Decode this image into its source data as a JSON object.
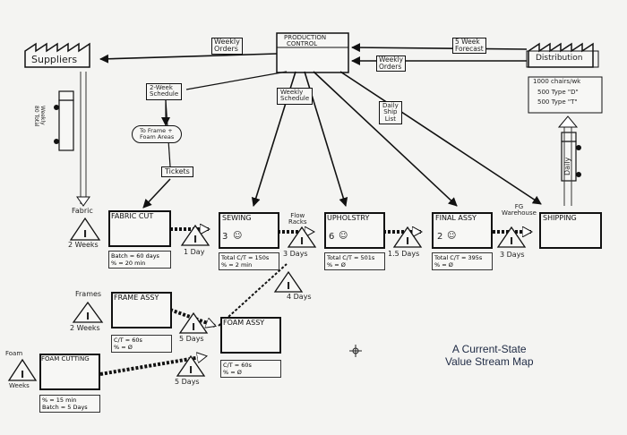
{
  "title": {
    "line1": "A Current-State",
    "line2": "Value Stream Map"
  },
  "suppliers": {
    "label": "Suppliers"
  },
  "distribution": {
    "label": "Distribution",
    "demand": [
      "1000 chairs/wk",
      "500 Type \"D\"",
      "500 Type \"T\""
    ]
  },
  "production_control": {
    "line1": "PRODUCTION",
    "line2": "CONTROL"
  },
  "info_flows": {
    "weekly_orders_left": [
      "Weekly",
      "Orders"
    ],
    "weekly_orders_right": [
      "Weekly",
      "Orders"
    ],
    "five_week_forecast": [
      "5 Week",
      "Forecast"
    ],
    "two_week_schedule": [
      "2-Week",
      "Schedule"
    ],
    "weekly_schedule": [
      "Weekly",
      "Schedule"
    ],
    "daily_ship_list": [
      "Daily",
      "Ship",
      "List"
    ],
    "to_frame_foam": [
      "To Frame +",
      "Foam Areas"
    ],
    "tickets": "Tickets"
  },
  "incoming_truck": [
    "Weekly",
    "80 Total"
  ],
  "outgoing_truck": "Daily",
  "processes": {
    "fabric_cut": {
      "name": "FABRIC CUT",
      "data": [
        "Batch = 60 days",
        "% = 20 min"
      ]
    },
    "sewing": {
      "name": "SEWING",
      "operators": "3",
      "data": [
        "Total C/T = 150s",
        "% = 2 min"
      ]
    },
    "upholstry": {
      "name": "UPHOLSTRY",
      "operators": "6",
      "data": [
        "Total C/T = 501s",
        "% = Ø"
      ]
    },
    "final_assy": {
      "name": "FINAL ASSY",
      "operators": "2",
      "data": [
        "Total C/T = 395s",
        "% = Ø"
      ]
    },
    "shipping": {
      "name": "SHIPPING"
    },
    "frame_assy": {
      "name": "FRAME ASSY",
      "data": [
        "C/T = 60s",
        "% = Ø"
      ]
    },
    "foam_assy": {
      "name": "FOAM ASSY",
      "data": [
        "C/T = 60s",
        "% = Ø"
      ]
    },
    "foam_cutting": {
      "name": "FOAM CUTTING",
      "data": [
        "% = 15 min",
        "Batch = 5 Days"
      ]
    }
  },
  "inventory": {
    "fabric": {
      "label": "Fabric",
      "time": "2 Weeks"
    },
    "frames": {
      "label": "Frames",
      "time": "2 Weeks"
    },
    "foam": {
      "label": "Foam",
      "time": "Weeks"
    },
    "after_fabric_cut": "1 Day",
    "after_sewing": "3 Days",
    "flow_racks": [
      "Flow",
      "Racks"
    ],
    "after_upholstry": "1.5 Days",
    "fg_warehouse": [
      "FG",
      "Warehouse"
    ],
    "after_final_assy": "3 Days",
    "upholstry_queue": "4 Days",
    "after_frame_assy": "5 Days",
    "after_foam_cutting": "5 Days"
  },
  "inventory_symbol": "I"
}
